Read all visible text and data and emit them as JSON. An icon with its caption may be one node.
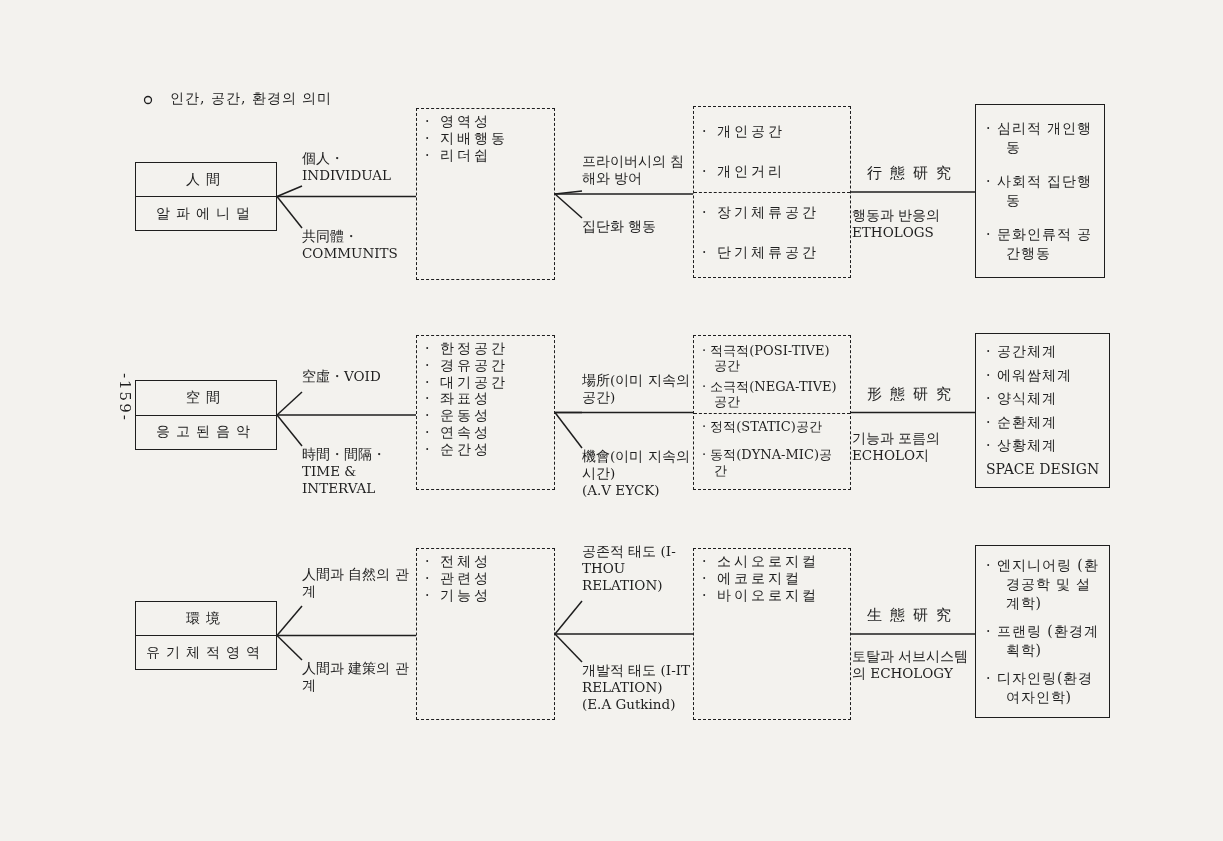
{
  "diagram": {
    "title": "인간, 공간, 환경의 의미",
    "nodes": [
      {
        "text": [
          "人間",
          "알파에니멀"
        ]
      },
      {
        "text": [
          "個人・INDIVIDUAL"
        ]
      },
      {
        "text": [
          "共同體・COMMUNITS"
        ]
      },
      {
        "text": [
          "· 영역성",
          "· 지배행동",
          "· 리더쉽"
        ]
      },
      {
        "text": [
          "프라이버시의 침해와 방어"
        ]
      },
      {
        "text": [
          "집단화 행동"
        ]
      },
      {
        "text": [
          "· 개인공간",
          "· 개인거리",
          "· 장기체류공간",
          "· 단기체류공간"
        ]
      },
      {
        "text": [
          "· 심리적 개인행동",
          "· 사회적 집단행동",
          "· 문화인류적 공간행동"
        ]
      },
      {
        "text": [
          "空間",
          "응고된음악"
        ]
      },
      {
        "text": [
          "空虛・VOID"
        ]
      },
      {
        "text": [
          "時間・間隔・TIME & INTERVAL"
        ]
      },
      {
        "text": [
          "· 한정공간",
          "· 경유공간",
          "· 대기공간",
          "· 좌표성",
          "· 운동성",
          "· 연속성",
          "· 순간성"
        ]
      },
      {
        "text": [
          "場所(이미 지속의 공간)"
        ]
      },
      {
        "text": [
          "機會(이미 지속의 시간)",
          "(A.V EYCK)"
        ]
      },
      {
        "text": [
          "· 적극적(POSI-TIVE)공간",
          "· 소극적(NEGA-TIVE)공간",
          "· 정적(STATIC)공간",
          "· 동적(DYNA-MIC)공간"
        ]
      },
      {
        "text": [
          "· 공간체계",
          "· 에워쌈체계",
          "· 양식체계",
          "· 순환체계",
          "· 상황체계",
          "SPACE DESIGN"
        ]
      },
      {
        "text": [
          "環境",
          "유기체적영역"
        ]
      },
      {
        "text": [
          "人間과 自然의 관계"
        ]
      },
      {
        "text": [
          "人間과 建策의 관계"
        ]
      },
      {
        "text": [
          "· 전체성",
          "· 관련성",
          "· 기능성"
        ]
      },
      {
        "text": [
          "공존적 태도 (I-THOU RELATION)"
        ]
      },
      {
        "text": [
          "개발적 태도 (I-IT RELATION)",
          "(E.A Gutkind)"
        ]
      },
      {
        "text": [
          "· 소시오로지컬",
          "· 에코로지컬",
          "· 바이오로지컬"
        ]
      },
      {
        "text": [
          "· 엔지니어링 (환경공학 및 설계학)",
          "· 프랜링 (환경계획학)",
          "· 디자인링(환경여자인학)"
        ]
      }
    ],
    "edges": [
      {
        "from": 0,
        "to": 1,
        "arrow": "none"
      },
      {
        "from": 0,
        "to": 2,
        "arrow": "none"
      },
      {
        "from": 0,
        "to": 3,
        "arrow": "none"
      },
      {
        "from": 3,
        "to": 4,
        "arrow": "none"
      },
      {
        "from": 3,
        "to": 5,
        "arrow": "none"
      },
      {
        "from": 3,
        "to": 6,
        "arrow": "none"
      },
      {
        "from": 6,
        "to": 7,
        "arrow": "none",
        "label": "行態研究"
      },
      {
        "from": 8,
        "to": 9,
        "arrow": "none"
      },
      {
        "from": 8,
        "to": 10,
        "arrow": "none"
      },
      {
        "from": 8,
        "to": 11,
        "arrow": "none"
      },
      {
        "from": 11,
        "to": 12,
        "arrow": "none"
      },
      {
        "from": 11,
        "to": 13,
        "arrow": "none"
      },
      {
        "from": 11,
        "to": 14,
        "arrow": "none"
      },
      {
        "from": 14,
        "to": 15,
        "arrow": "none",
        "label": "形態研究"
      },
      {
        "from": 16,
        "to": 17,
        "arrow": "none"
      },
      {
        "from": 16,
        "to": 18,
        "arrow": "none"
      },
      {
        "from": 16,
        "to": 19,
        "arrow": "none"
      },
      {
        "from": 19,
        "to": 20,
        "arrow": "none"
      },
      {
        "from": 19,
        "to": 21,
        "arrow": "none"
      },
      {
        "from": 19,
        "to": 22,
        "arrow": "none"
      },
      {
        "from": 22,
        "to": 23,
        "arrow": "none",
        "label": "生態研究"
      }
    ],
    "labels": [
      "행동과 반응의 ETHOLOGS",
      "-159-",
      "기능과 포름의 ECHOLO지",
      "토탈과 서브시스템의 ECHOLOGY"
    ]
  }
}
